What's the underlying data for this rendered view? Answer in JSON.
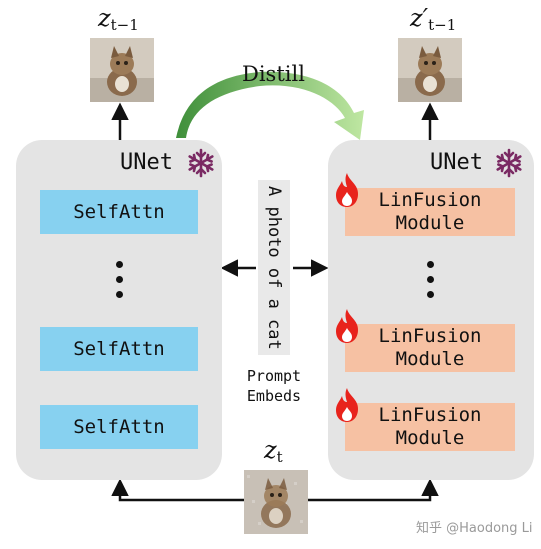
{
  "labels": {
    "z_prev": "z",
    "z_prev_sub": "t−1",
    "z_prev_prime": "z′",
    "z_prev_prime_sub": "t−1",
    "z_t": "z",
    "z_t_sub": "t",
    "distill": "Distill",
    "unet_left": "UNet",
    "unet_right": "UNet",
    "prompt_text": "A photo of a cat",
    "prompt_embeds_line1": "Prompt",
    "prompt_embeds_line2": "Embeds",
    "watermark": "知乎 @Haodong Li"
  },
  "left_blocks": [
    {
      "label": "SelfAttn"
    },
    {
      "label": "SelfAttn"
    },
    {
      "label": "SelfAttn"
    }
  ],
  "right_blocks": [
    {
      "line1": "LinFusion",
      "line2": "Module"
    },
    {
      "line1": "LinFusion",
      "line2": "Module"
    },
    {
      "line1": "LinFusion",
      "line2": "Module"
    }
  ],
  "icons": {
    "frozen": "snowflake-icon",
    "trainable": "flame-icon",
    "image": "cat-photo"
  },
  "colors": {
    "panel": "#e4e4e4",
    "self_attn": "#87d1f0",
    "linfusion": "#f6c1a3",
    "snowflake": "#7a2a63",
    "flame": "#e8231c",
    "distill_arrow": "#8fcf74"
  }
}
